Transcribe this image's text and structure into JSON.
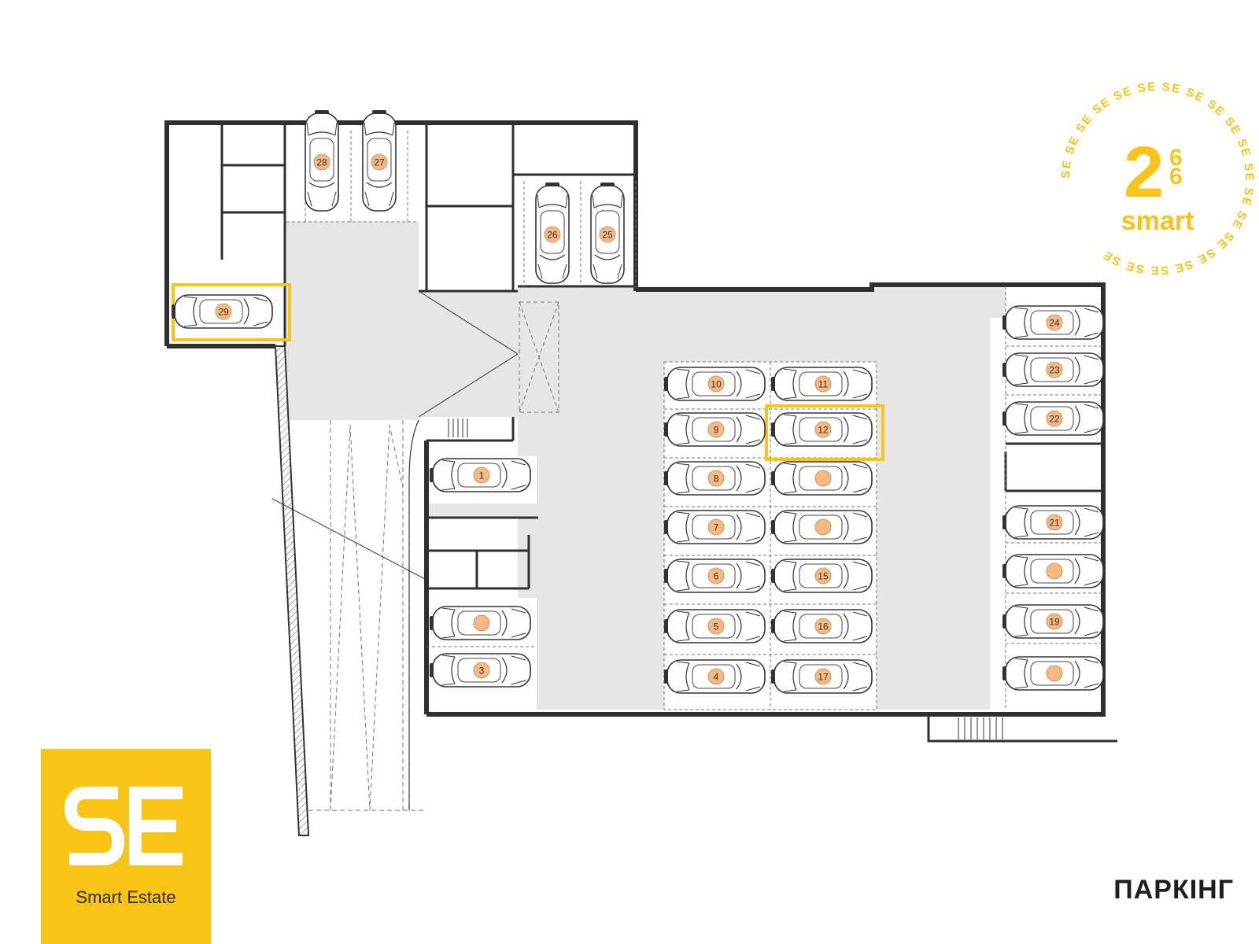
{
  "page_title": "ПАРКІНГ",
  "company": {
    "name": "Smart Estate",
    "monogram": "SE"
  },
  "badge": {
    "ring_text": "SE SE SE SE SE SE SE SE SE SE SE SE SE SE SE SE SE SE SE SE",
    "numeral": "2",
    "sub_numerals": "66",
    "word": "smart"
  },
  "colors": {
    "accent": "#F9C416",
    "wall": "#2f2f2f",
    "floor": "#e8e8e8"
  },
  "highlighted_spots": [
    "29",
    "12"
  ],
  "spots": [
    {
      "id": "28",
      "label": "28"
    },
    {
      "id": "27",
      "label": "27"
    },
    {
      "id": "26",
      "label": "26"
    },
    {
      "id": "25",
      "label": "25"
    },
    {
      "id": "29",
      "label": "29"
    },
    {
      "id": "1",
      "label": "1"
    },
    {
      "id": "2",
      "label": ""
    },
    {
      "id": "3",
      "label": "3"
    },
    {
      "id": "10",
      "label": "10"
    },
    {
      "id": "9",
      "label": "9"
    },
    {
      "id": "8",
      "label": "8"
    },
    {
      "id": "7",
      "label": "7"
    },
    {
      "id": "6",
      "label": "6"
    },
    {
      "id": "5",
      "label": "5"
    },
    {
      "id": "4",
      "label": "4"
    },
    {
      "id": "11",
      "label": "11"
    },
    {
      "id": "12",
      "label": "12"
    },
    {
      "id": "13",
      "label": ""
    },
    {
      "id": "14",
      "label": ""
    },
    {
      "id": "15",
      "label": "15"
    },
    {
      "id": "16",
      "label": "16"
    },
    {
      "id": "17",
      "label": "17"
    },
    {
      "id": "24",
      "label": "24"
    },
    {
      "id": "23",
      "label": "23"
    },
    {
      "id": "22",
      "label": "22"
    },
    {
      "id": "21",
      "label": "21"
    },
    {
      "id": "20",
      "label": ""
    },
    {
      "id": "19",
      "label": "19"
    },
    {
      "id": "18",
      "label": ""
    }
  ]
}
